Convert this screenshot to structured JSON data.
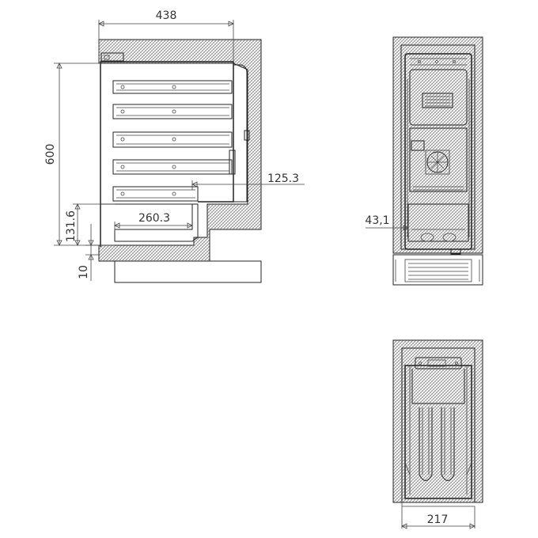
{
  "dimensions": {
    "overall_depth": "438",
    "overall_height": "600",
    "door_offset": "125.3",
    "bottom_recess_depth": "260.3",
    "bottom_recess_height": "131.6",
    "plinth_height": "10",
    "front_recess": "43,1",
    "inner_width": "217"
  },
  "colors": {
    "line": "#222222",
    "hatch": "#666666",
    "background": "#ffffff"
  }
}
